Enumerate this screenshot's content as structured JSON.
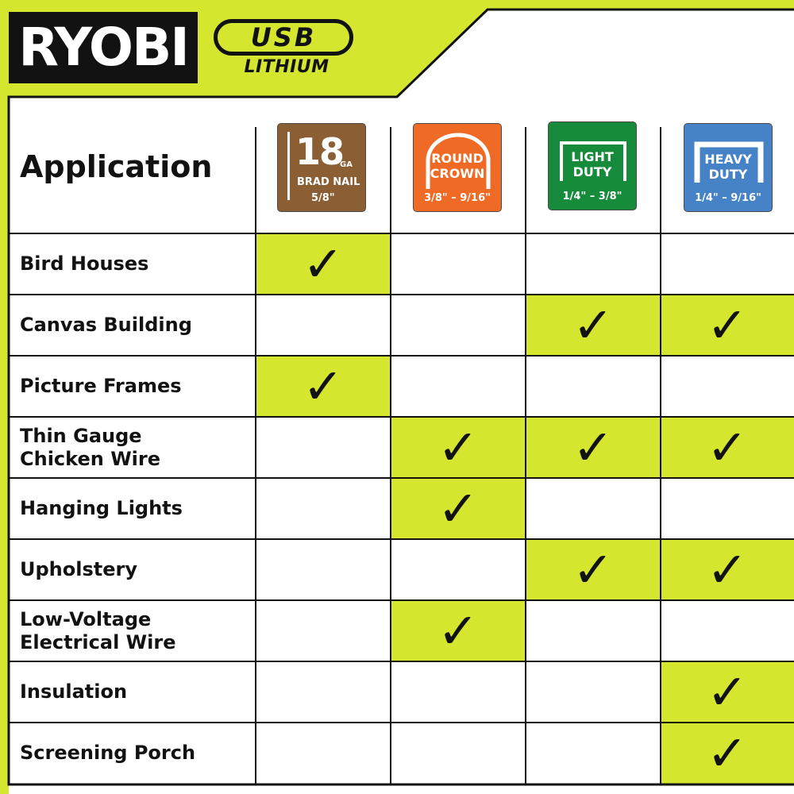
{
  "brand": {
    "logo": "RYOBI",
    "usb": "USB",
    "lithium": "LITHIUM"
  },
  "colors": {
    "accent": "#d4e62e",
    "dark": "#121212",
    "brad": "#8b5e34",
    "round_crown": "#ef6a25",
    "light_duty": "#168b3c",
    "heavy_duty": "#4682c6"
  },
  "header": {
    "label": "Application"
  },
  "columns": [
    {
      "gauge": "18",
      "unit": "GA",
      "type": "BRAD NAIL",
      "range": "5/8\""
    },
    {
      "line1": "ROUND",
      "line2": "CROWN",
      "range": "3/8\" – 9/16\""
    },
    {
      "line1": "LIGHT",
      "line2": "DUTY",
      "range": "1/4\" – 3/8\""
    },
    {
      "line1": "HEAVY",
      "line2": "DUTY",
      "range": "1/4\" – 9/16\""
    }
  ],
  "check_symbol": "✓",
  "rows": [
    {
      "label": "Bird Houses",
      "checks": [
        true,
        false,
        false,
        false
      ]
    },
    {
      "label": "Canvas Building",
      "checks": [
        false,
        false,
        true,
        true
      ]
    },
    {
      "label": "Picture Frames",
      "checks": [
        true,
        false,
        false,
        false
      ]
    },
    {
      "label": "Thin Gauge\nChicken Wire",
      "checks": [
        false,
        true,
        true,
        true
      ]
    },
    {
      "label": "Hanging Lights",
      "checks": [
        false,
        true,
        false,
        false
      ]
    },
    {
      "label": "Upholstery",
      "checks": [
        false,
        false,
        true,
        true
      ]
    },
    {
      "label": "Low-Voltage\nElectrical Wire",
      "checks": [
        false,
        true,
        false,
        false
      ]
    },
    {
      "label": "Insulation",
      "checks": [
        false,
        false,
        false,
        true
      ]
    },
    {
      "label": "Screening Porch",
      "checks": [
        false,
        false,
        false,
        true
      ]
    }
  ]
}
